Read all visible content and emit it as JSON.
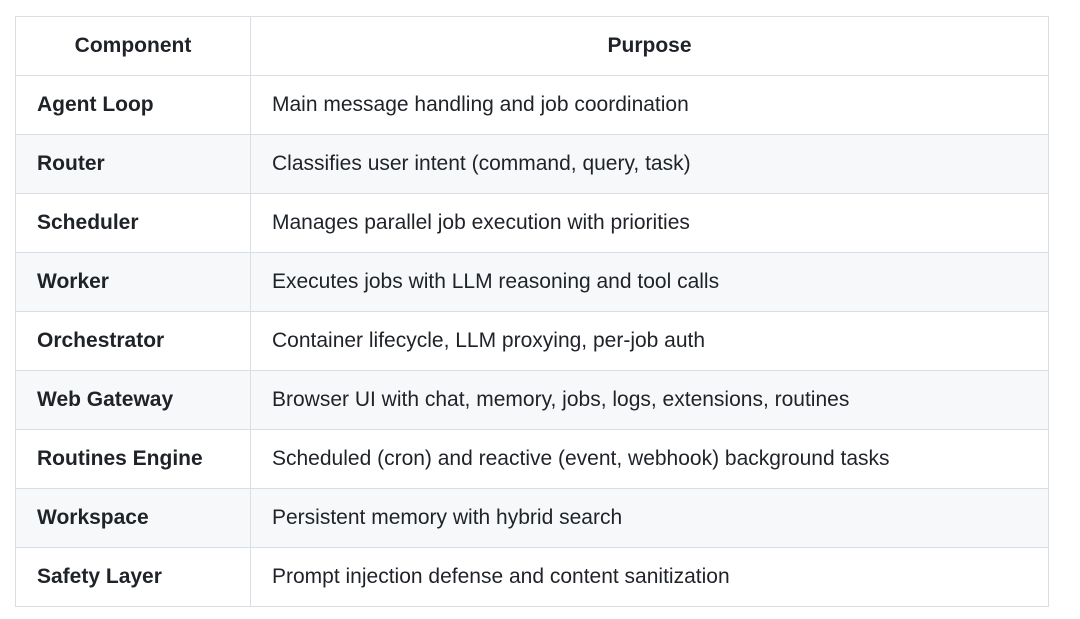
{
  "table": {
    "columns": [
      {
        "label": "Component"
      },
      {
        "label": "Purpose"
      }
    ],
    "rows": [
      {
        "component": "Agent Loop",
        "purpose": "Main message handling and job coordination"
      },
      {
        "component": "Router",
        "purpose": "Classifies user intent (command, query, task)"
      },
      {
        "component": "Scheduler",
        "purpose": "Manages parallel job execution with priorities"
      },
      {
        "component": "Worker",
        "purpose": "Executes jobs with LLM reasoning and tool calls"
      },
      {
        "component": "Orchestrator",
        "purpose": "Container lifecycle, LLM proxying, per-job auth"
      },
      {
        "component": "Web Gateway",
        "purpose": "Browser UI with chat, memory, jobs, logs, extensions, routines"
      },
      {
        "component": "Routines Engine",
        "purpose": "Scheduled (cron) and reactive (event, webhook) background tasks"
      },
      {
        "component": "Workspace",
        "purpose": "Persistent memory with hybrid search"
      },
      {
        "component": "Safety Layer",
        "purpose": "Prompt injection defense and content sanitization"
      }
    ]
  },
  "colors": {
    "page_bg": "#ffffff",
    "row_alt_bg": "#f6f8fa",
    "border": "#d8dee4",
    "text": "#1f2328"
  }
}
